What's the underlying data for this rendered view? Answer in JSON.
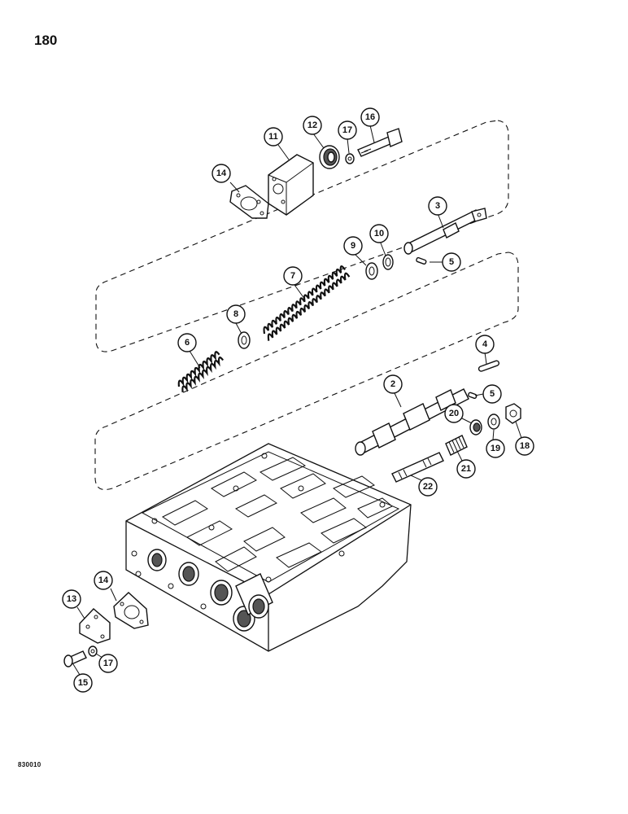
{
  "page": {
    "number": "180",
    "drawing_code": "830010"
  },
  "callouts": [
    "2",
    "3",
    "4",
    "5",
    "5",
    "6",
    "7",
    "8",
    "9",
    "10",
    "11",
    "12",
    "13",
    "14",
    "14",
    "15",
    "16",
    "17",
    "17",
    "18",
    "19",
    "20",
    "21",
    "22"
  ]
}
